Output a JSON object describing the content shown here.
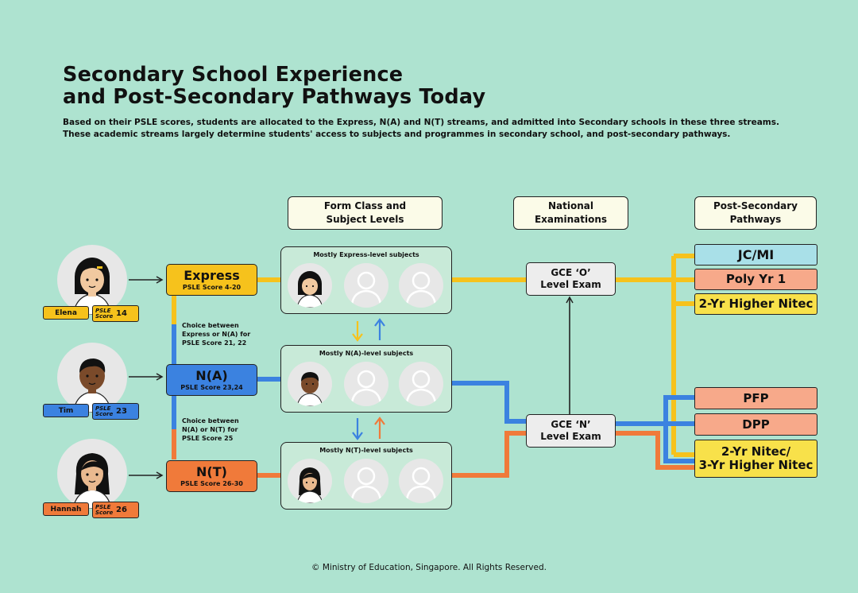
{
  "title": {
    "line1": "Secondary School Experience",
    "line2": "and Post-Secondary Pathways Today"
  },
  "subtitle": {
    "line1": "Based on their PSLE scores, students are allocated to the Express, N(A) and N(T) streams, and admitted into Secondary schools in these three streams.",
    "line2": "These academic streams largely determine students' access to subjects and programmes in secondary school, and post-secondary pathways."
  },
  "headers": {
    "form_class": {
      "line1": "Form Class and",
      "line2": "Subject Levels"
    },
    "national_exams": {
      "line1": "National",
      "line2": "Examinations"
    },
    "post_secondary": {
      "line1": "Post-Secondary",
      "line2": "Pathways"
    }
  },
  "students": [
    {
      "name": "Elena",
      "score_label_1": "PSLE",
      "score_label_2": "Score",
      "score": "14"
    },
    {
      "name": "Tim",
      "score_label_1": "PSLE",
      "score_label_2": "Score",
      "score": "23"
    },
    {
      "name": "Hannah",
      "score_label_1": "PSLE",
      "score_label_2": "Score",
      "score": "26"
    }
  ],
  "streams": [
    {
      "name": "Express",
      "score": "PSLE Score 4-20"
    },
    {
      "name": "N(A)",
      "score": "PSLE Score 23,24"
    },
    {
      "name": "N(T)",
      "score": "PSLE Score 26-30"
    }
  ],
  "choices": [
    {
      "line1": "Choice between",
      "line2": "Express or N(A) for",
      "line3": "PSLE Score 21, 22"
    },
    {
      "line1": "Choice between",
      "line2": "N(A) or N(T) for",
      "line3": "PSLE Score 25"
    }
  ],
  "groups": [
    {
      "label": "Mostly Express-level subjects"
    },
    {
      "label": "Mostly N(A)-level subjects"
    },
    {
      "label": "Mostly N(T)-level subjects"
    }
  ],
  "exams": [
    {
      "line1": "GCE ‘O’",
      "line2": "Level Exam"
    },
    {
      "line1": "GCE ‘N’",
      "line2": "Level Exam"
    }
  ],
  "pathways": [
    {
      "label": "JC/MI"
    },
    {
      "label": "Poly Yr 1"
    },
    {
      "label": "2-Yr Higher Nitec"
    },
    {
      "label": "PFP"
    },
    {
      "label": "DPP"
    },
    {
      "line1": "2-Yr Nitec/",
      "line2": "3-Yr Higher Nitec"
    }
  ],
  "footer": "© Ministry of Education, Singapore. All Rights Reserved.",
  "colors": {
    "background": "#aee3d0",
    "express": "#f6c21c",
    "na": "#3b82e0",
    "nt": "#f07a3a",
    "jc": "#a9e0e8",
    "poly": "#f7a98a",
    "nitec": "#f8e14a",
    "group_fill": "#c8ead8"
  }
}
